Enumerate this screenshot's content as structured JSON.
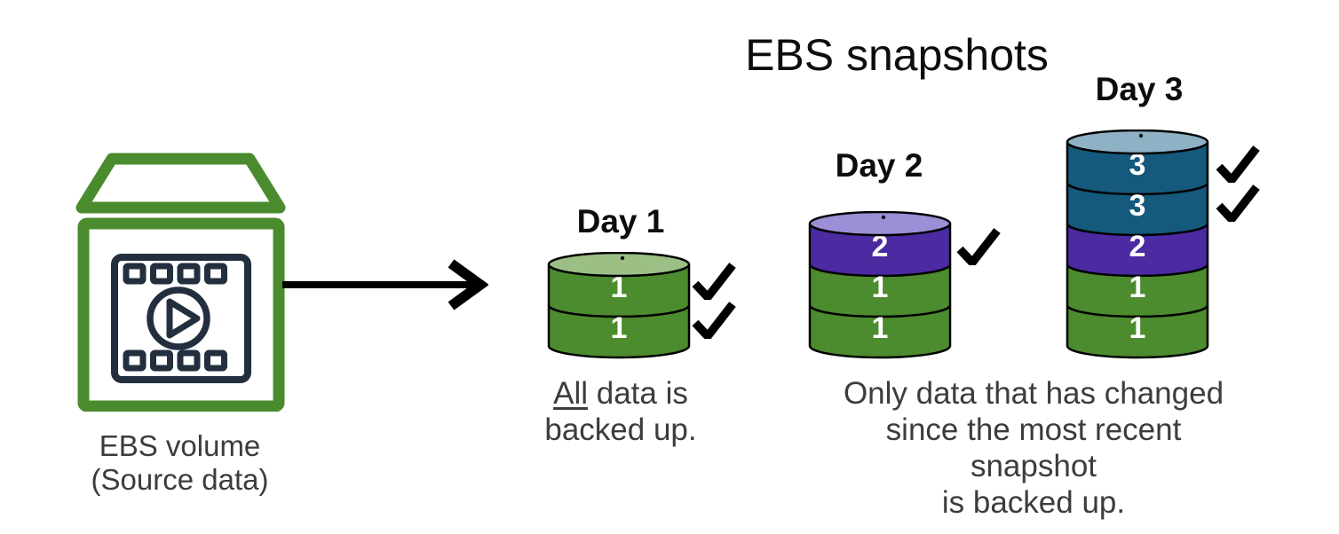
{
  "title": "EBS snapshots",
  "source": {
    "label_line1": "EBS volume",
    "label_line2": "(Source data)",
    "icon": "ebs-volume-media-archive-icon"
  },
  "arrow_icon": "right-arrow-icon",
  "checkmark_icon": "checkmark-icon",
  "stacks": [
    {
      "day_label": "Day 1",
      "top_color": "#9bbf85",
      "checkmarks": 2,
      "segments": [
        {
          "value": "1",
          "color": "#4c8b2e"
        },
        {
          "value": "1",
          "color": "#4c8b2e"
        }
      ]
    },
    {
      "day_label": "Day 2",
      "top_color": "#9c8fd7",
      "checkmarks": 1,
      "segments": [
        {
          "value": "2",
          "color": "#4b2aa2"
        },
        {
          "value": "1",
          "color": "#4c8b2e"
        },
        {
          "value": "1",
          "color": "#4c8b2e"
        }
      ]
    },
    {
      "day_label": "Day 3",
      "top_color": "#8fb1c5",
      "checkmarks": 2,
      "segments": [
        {
          "value": "3",
          "color": "#15597c"
        },
        {
          "value": "3",
          "color": "#15597c"
        },
        {
          "value": "2",
          "color": "#4b2aa2"
        },
        {
          "value": "1",
          "color": "#4c8b2e"
        },
        {
          "value": "1",
          "color": "#4c8b2e"
        }
      ]
    }
  ],
  "captions": {
    "day1": {
      "underlined": "All",
      "rest": " data is",
      "line2": "backed up."
    },
    "incremental": [
      "Only data that has changed",
      "since the most recent snapshot",
      "is backed up."
    ]
  },
  "colors": {
    "icon_green": "#4a8c2d",
    "icon_navy": "#232f3e",
    "snapshot_day1_green": "#4c8b2e",
    "snapshot_day2_purple": "#4b2aa2",
    "snapshot_day3_teal": "#15597c",
    "arrow_black": "#000000",
    "text_dark": "#0d0d0d",
    "text_gray": "#3c3c3c"
  }
}
